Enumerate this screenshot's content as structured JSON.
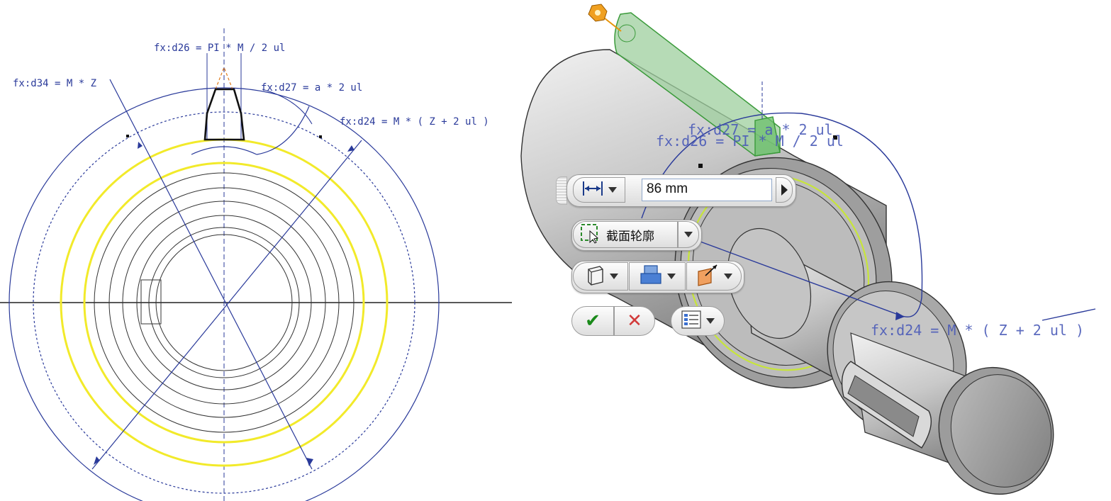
{
  "sketch_dims": {
    "d26": "fx:d26 = PI * M / 2 ul",
    "d34": "fx:d34 = M * Z",
    "d27": "fx:d27 = a * 2 ul",
    "d24": "fx:d24 = M * ( Z + 2 ul )"
  },
  "model_dims": {
    "d27": "fx:d27 = a * 2 ul",
    "d26": "fx:d26 = PI * M / 2 ul",
    "d24": "fx:d24 = M * ( Z + 2 ul )"
  },
  "mini_toolbar": {
    "distance_value": "86 mm",
    "profile_label": "截面轮廓",
    "ok_glyph": "✔",
    "cancel_glyph": "✕",
    "icons": {
      "distance": "distance-icon",
      "apply": "arrow-right-icon",
      "profile": "profile-select-icon",
      "solid": "solid-body-icon",
      "output": "output-icon",
      "direction": "direction-icon",
      "options": "options-list-icon"
    }
  },
  "colors": {
    "sketch_blue": "#2a3a9a",
    "addendum_yellow": "#f2ea2a",
    "model_grey": "#a9a9a9",
    "preview_green": "#4ab04a",
    "ok_green": "#1a8a1a",
    "cancel_red": "#d23a3a"
  }
}
